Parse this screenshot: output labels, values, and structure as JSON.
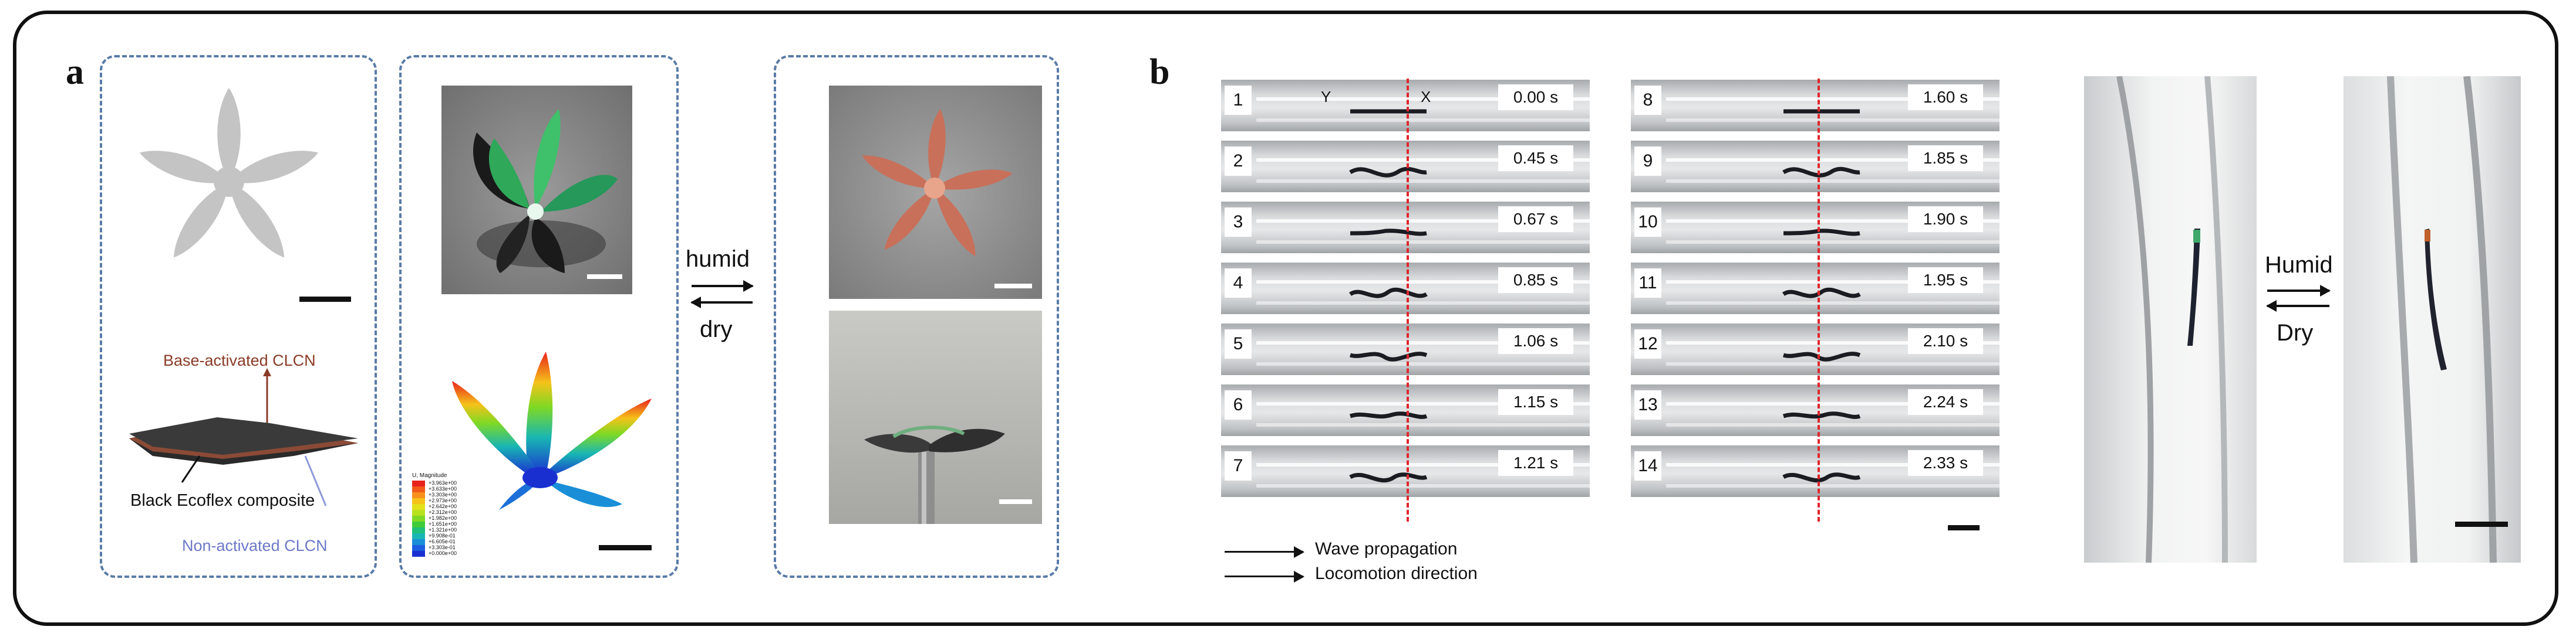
{
  "panel_a": {
    "letter": "a",
    "label_base_activated": "Base-activated  CLCN",
    "label_black_ecoflex": "Black Ecoflex composite",
    "label_non_activated": "Non-activated  CLCN",
    "arrow_forward_label": "humid",
    "arrow_backward_label": "dry",
    "colorbar_title": "U, Magnitude",
    "colorbar_ticks": [
      "+3.963e+00",
      "+3.633e+00",
      "+3.303e+00",
      "+2.973e+00",
      "+2.642e+00",
      "+2.312e+00",
      "+1.982e+00",
      "+1.651e+00",
      "+1.321e+00",
      "+9.908e-01",
      "+6.605e-01",
      "+3.303e-01",
      "+0.000e+00"
    ],
    "colorbar_colors": [
      "#e8221c",
      "#f25a1a",
      "#f8901a",
      "#f5c21a",
      "#e4e01c",
      "#b6e21e",
      "#7fd924",
      "#3fcc3a",
      "#1fc07a",
      "#18b6b4",
      "#1a8fd8",
      "#1d5ee0",
      "#1a2fd0"
    ]
  },
  "panel_b": {
    "letter": "b",
    "axis_y": "Y",
    "axis_x": "X",
    "frames": [
      {
        "n": "1",
        "t": "0.00 s"
      },
      {
        "n": "2",
        "t": "0.45 s"
      },
      {
        "n": "3",
        "t": "0.67 s"
      },
      {
        "n": "4",
        "t": "0.85 s"
      },
      {
        "n": "5",
        "t": "1.06 s"
      },
      {
        "n": "6",
        "t": "1.15 s"
      },
      {
        "n": "7",
        "t": "1.21 s"
      },
      {
        "n": "8",
        "t": "1.60 s"
      },
      {
        "n": "9",
        "t": "1.85 s"
      },
      {
        "n": "10",
        "t": "1.90 s"
      },
      {
        "n": "11",
        "t": "1.95 s"
      },
      {
        "n": "12",
        "t": "2.10 s"
      },
      {
        "n": "13",
        "t": "2.24 s"
      },
      {
        "n": "14",
        "t": "2.33 s"
      }
    ],
    "legend_wave": "Wave propagation",
    "legend_locomotion": "Locomotion direction",
    "arrow_forward_label": "Humid",
    "arrow_backward_label": "Dry"
  }
}
